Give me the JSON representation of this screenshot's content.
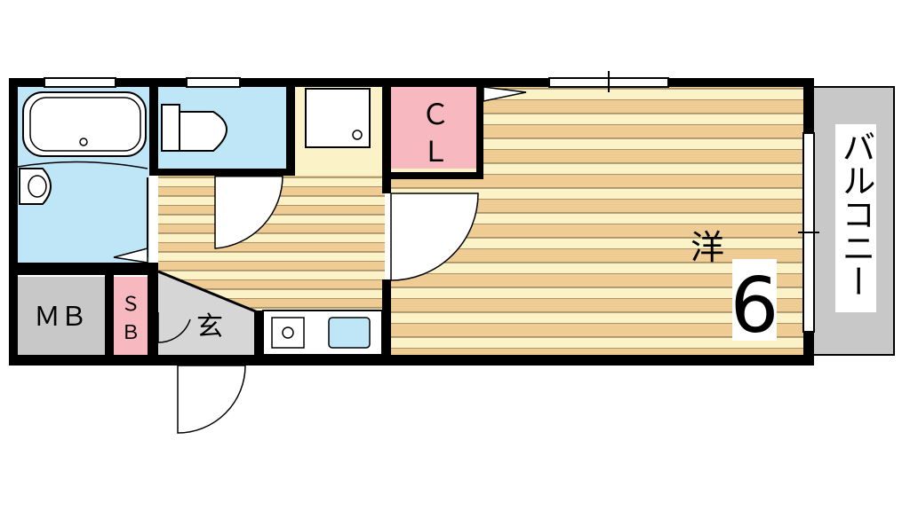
{
  "labels": {
    "bath_area": "",
    "mb": "ＭＢ",
    "sb_top": "Ｓ",
    "sb_bottom": "Ｂ",
    "entrance": "玄",
    "closet_top": "Ｃ",
    "closet_bottom": "Ｌ",
    "room_type": "洋",
    "room_size": "6",
    "balcony": "バルコニー"
  },
  "colors": {
    "wall": "#000000",
    "floor_stripe_dark": "#f0cc95",
    "floor_stripe_light": "#fbf2c8",
    "wet_area": "#bfe6f6",
    "closet": "#f7b8c0",
    "mb_fill": "#c8c8c8",
    "balcony_fill": "#c8c8c8",
    "entrance_fill": "#d6d6d6"
  },
  "icons": [
    "bathtub-icon",
    "toilet-icon",
    "washbasin-icon",
    "washer-pan-icon",
    "stove-icon",
    "sink-icon",
    "door-swing-icon",
    "window-icon"
  ]
}
